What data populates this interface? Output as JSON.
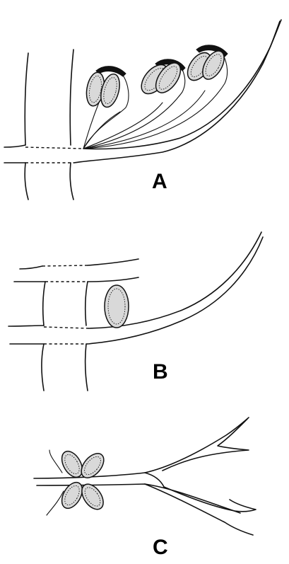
{
  "panels": [
    {
      "id": "A",
      "label": "A"
    },
    {
      "id": "B",
      "label": "B"
    },
    {
      "id": "C",
      "label": "C"
    }
  ],
  "colors": {
    "ink": "#111111",
    "spore_fill": "#d9d9d9",
    "background": "#ffffff"
  }
}
